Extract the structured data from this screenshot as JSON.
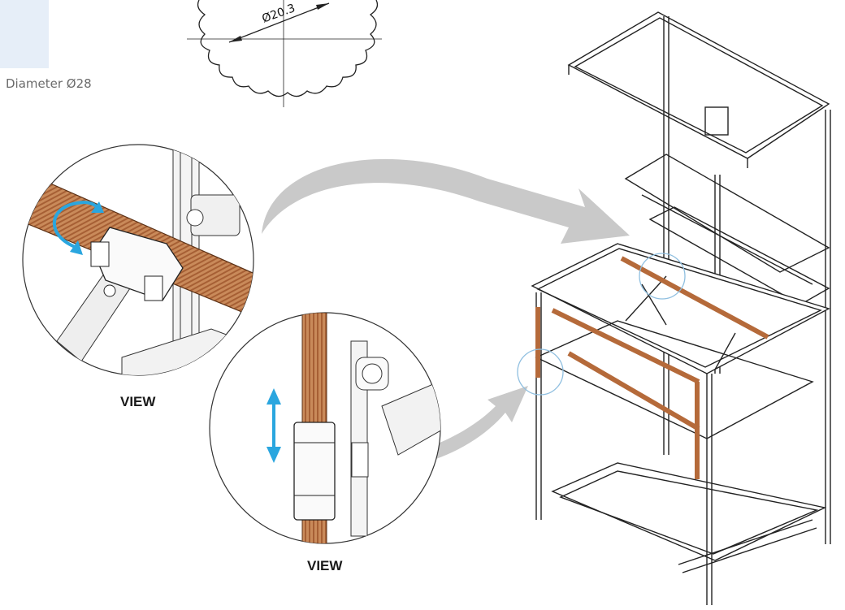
{
  "caption": "Diameter Ø28",
  "dimension_label": "Ø20.3",
  "view_labels": [
    "VIEW",
    "VIEW"
  ],
  "colors": {
    "swatch": "#e6eef8",
    "arrow_gray": "#c9c9c9",
    "rotate_blue": "#2aa6df",
    "copper": "#b56a3a",
    "copper_light": "#d79a6b",
    "frame_line": "#222222",
    "highlight_circle": "#8fbfe0"
  },
  "icons": [
    "rotate-arrow-icon",
    "vertical-double-arrow-icon",
    "callout-arrow-icon"
  ]
}
